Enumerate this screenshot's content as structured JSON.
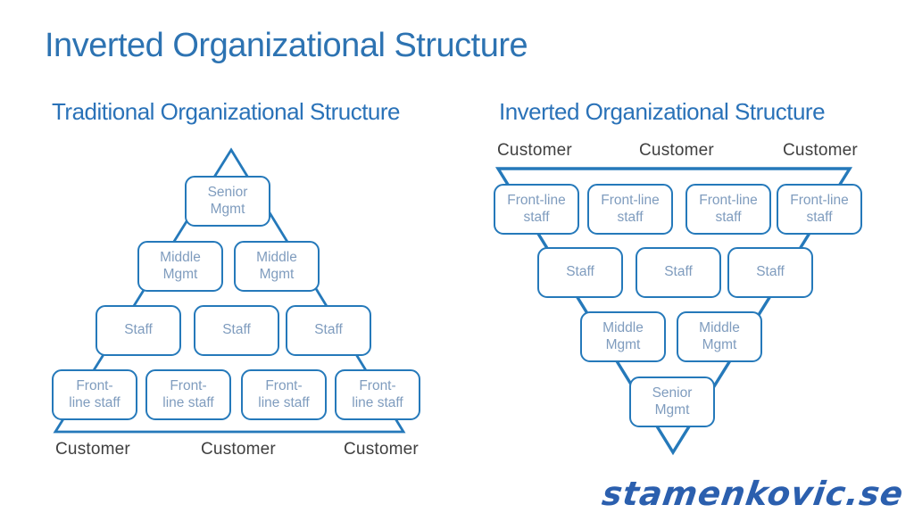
{
  "page": {
    "title": "Inverted Organizational Structure"
  },
  "watermark": "stamenkovic.se",
  "colors": {
    "line_blue": "#2579ba",
    "box_text_blue": "#7f9cbe",
    "title_blue": "#2d73b2",
    "subtitle_blue": "#2a72b8",
    "customer_text": "#3f3f3f",
    "watermark_blue": "#2b5fae"
  },
  "diagrams": {
    "traditional": {
      "subtitle": "Traditional Organizational Structure",
      "rows": [
        [
          "Senior\nMgmt"
        ],
        [
          "Middle\nMgmt",
          "Middle\nMgmt"
        ],
        [
          "Staff",
          "Staff",
          "Staff"
        ],
        [
          "Front-\nline staff",
          "Front-\nline staff",
          "Front-\nline staff",
          "Front-\nline staff"
        ]
      ],
      "customers": [
        "Customer",
        "Customer",
        "Customer"
      ]
    },
    "inverted": {
      "subtitle": "Inverted Organizational Structure",
      "customers": [
        "Customer",
        "Customer",
        "Customer"
      ],
      "rows": [
        [
          "Front-line\nstaff",
          "Front-line\nstaff",
          "Front-line\nstaff",
          "Front-line\nstaff"
        ],
        [
          "Staff",
          "Staff",
          "Staff"
        ],
        [
          "Middle\nMgmt",
          "Middle\nMgmt"
        ],
        [
          "Senior\nMgmt"
        ]
      ]
    }
  }
}
